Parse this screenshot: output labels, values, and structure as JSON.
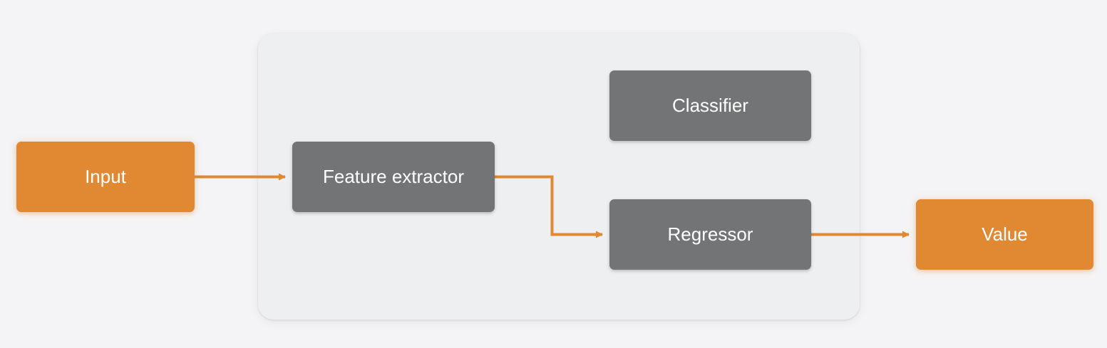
{
  "diagram": {
    "nodes": {
      "input": {
        "label": "Input"
      },
      "feature_extractor": {
        "label": "Feature extractor"
      },
      "classifier": {
        "label": "Classifier"
      },
      "regressor": {
        "label": "Regressor"
      },
      "value": {
        "label": "Value"
      }
    },
    "edges": [
      {
        "from": "input",
        "to": "feature_extractor"
      },
      {
        "from": "feature_extractor",
        "to": "regressor"
      },
      {
        "from": "regressor",
        "to": "value"
      }
    ],
    "colors": {
      "accent": "#e08832",
      "node_gray": "#737476",
      "panel": "#eeeff1",
      "background": "#f4f4f6"
    }
  }
}
